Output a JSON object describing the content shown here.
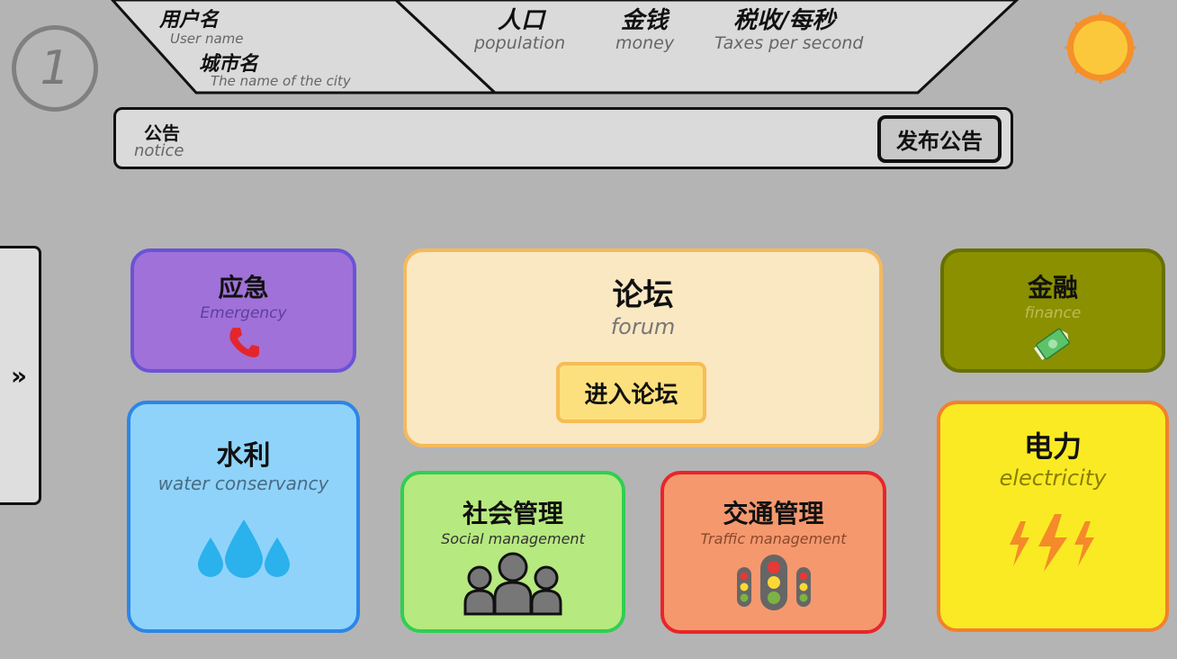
{
  "header": {
    "user_name_zh": "用户名",
    "user_name_en": "User name",
    "city_name_zh": "城市名",
    "city_name_en": "The name of the city",
    "stats": [
      {
        "zh": "人口",
        "en": "population"
      },
      {
        "zh": "金钱",
        "en": "money"
      },
      {
        "zh": "税收/每秒",
        "en": "Taxes per second"
      }
    ],
    "level": "1"
  },
  "notice": {
    "label_zh": "公告",
    "label_en": "notice",
    "publish_button": "发布公告"
  },
  "sidebar": {
    "toggle_label": "»"
  },
  "cards": {
    "emergency": {
      "zh": "应急",
      "en": "Emergency"
    },
    "water": {
      "zh": "水利",
      "en": "water conservancy"
    },
    "forum": {
      "zh": "论坛",
      "en": "forum",
      "button": "进入论坛"
    },
    "social": {
      "zh": "社会管理",
      "en": "Social management"
    },
    "traffic": {
      "zh": "交通管理",
      "en": "Traffic management"
    },
    "finance": {
      "zh": "金融",
      "en": "finance"
    },
    "power": {
      "zh": "电力",
      "en": "electricity"
    }
  },
  "colors": {
    "background": "#b4b4b4",
    "emergency": "#a071d8",
    "water": "#8fd3fb",
    "forum": "#fae8c3",
    "social": "#b6e97f",
    "traffic": "#f5986e",
    "finance": "#8b9000",
    "power": "#f9ea24"
  },
  "icons": {
    "emergency": "phone-icon",
    "water": "water-drops-icon",
    "social": "people-icon",
    "traffic": "traffic-light-icon",
    "finance": "money-bill-icon",
    "power": "lightning-icon",
    "weather": "sun-icon"
  }
}
